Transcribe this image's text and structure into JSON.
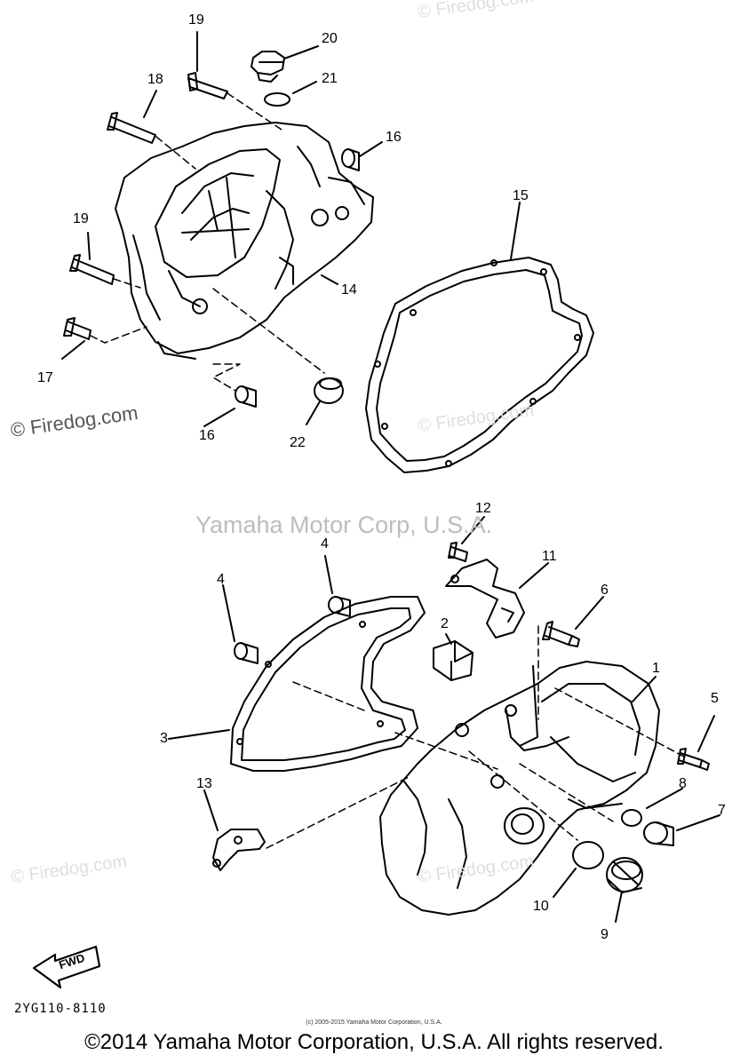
{
  "watermarks": {
    "center": "Yamaha Motor Corp, U.S.A.",
    "left": "© Firedog.com",
    "right_top": "© Firedog.com",
    "right_bottom": "© Firedog.com",
    "left_bottom": "© Firedog.com",
    "top": "© Firedog.com"
  },
  "drawing_code": "2YG110-8110",
  "fine_print": "(c) 2005-2015 Yamaha Motor Corporation, U.S.A.",
  "copyright": "©2014 Yamaha Motor Corporation, U.S.A. All rights reserved.",
  "fwd_label": "FWD",
  "callouts": {
    "c1": "1",
    "c2": "2",
    "c3": "3",
    "c4a": "4",
    "c4b": "4",
    "c5": "5",
    "c6": "6",
    "c7": "7",
    "c8": "8",
    "c9": "9",
    "c10": "10",
    "c11": "11",
    "c12": "12",
    "c13": "13",
    "c14": "14",
    "c15": "15",
    "c16a": "16",
    "c16b": "16",
    "c17": "17",
    "c18": "18",
    "c19a": "19",
    "c19b": "19",
    "c20": "20",
    "c21": "21",
    "c22": "22"
  }
}
